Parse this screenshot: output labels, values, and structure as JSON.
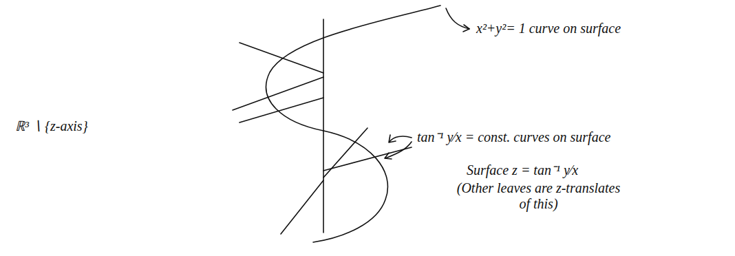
{
  "diagram": {
    "labels": [
      "ℝ³ ∖ {z-axis}",
      "x²+y²= 1 curve on surface",
      "tan⁻¹ y⁄x = const. curves on surface",
      "Surface z = tan⁻¹ y⁄x",
      "(Other leaves are z-translates of this)"
    ]
  }
}
